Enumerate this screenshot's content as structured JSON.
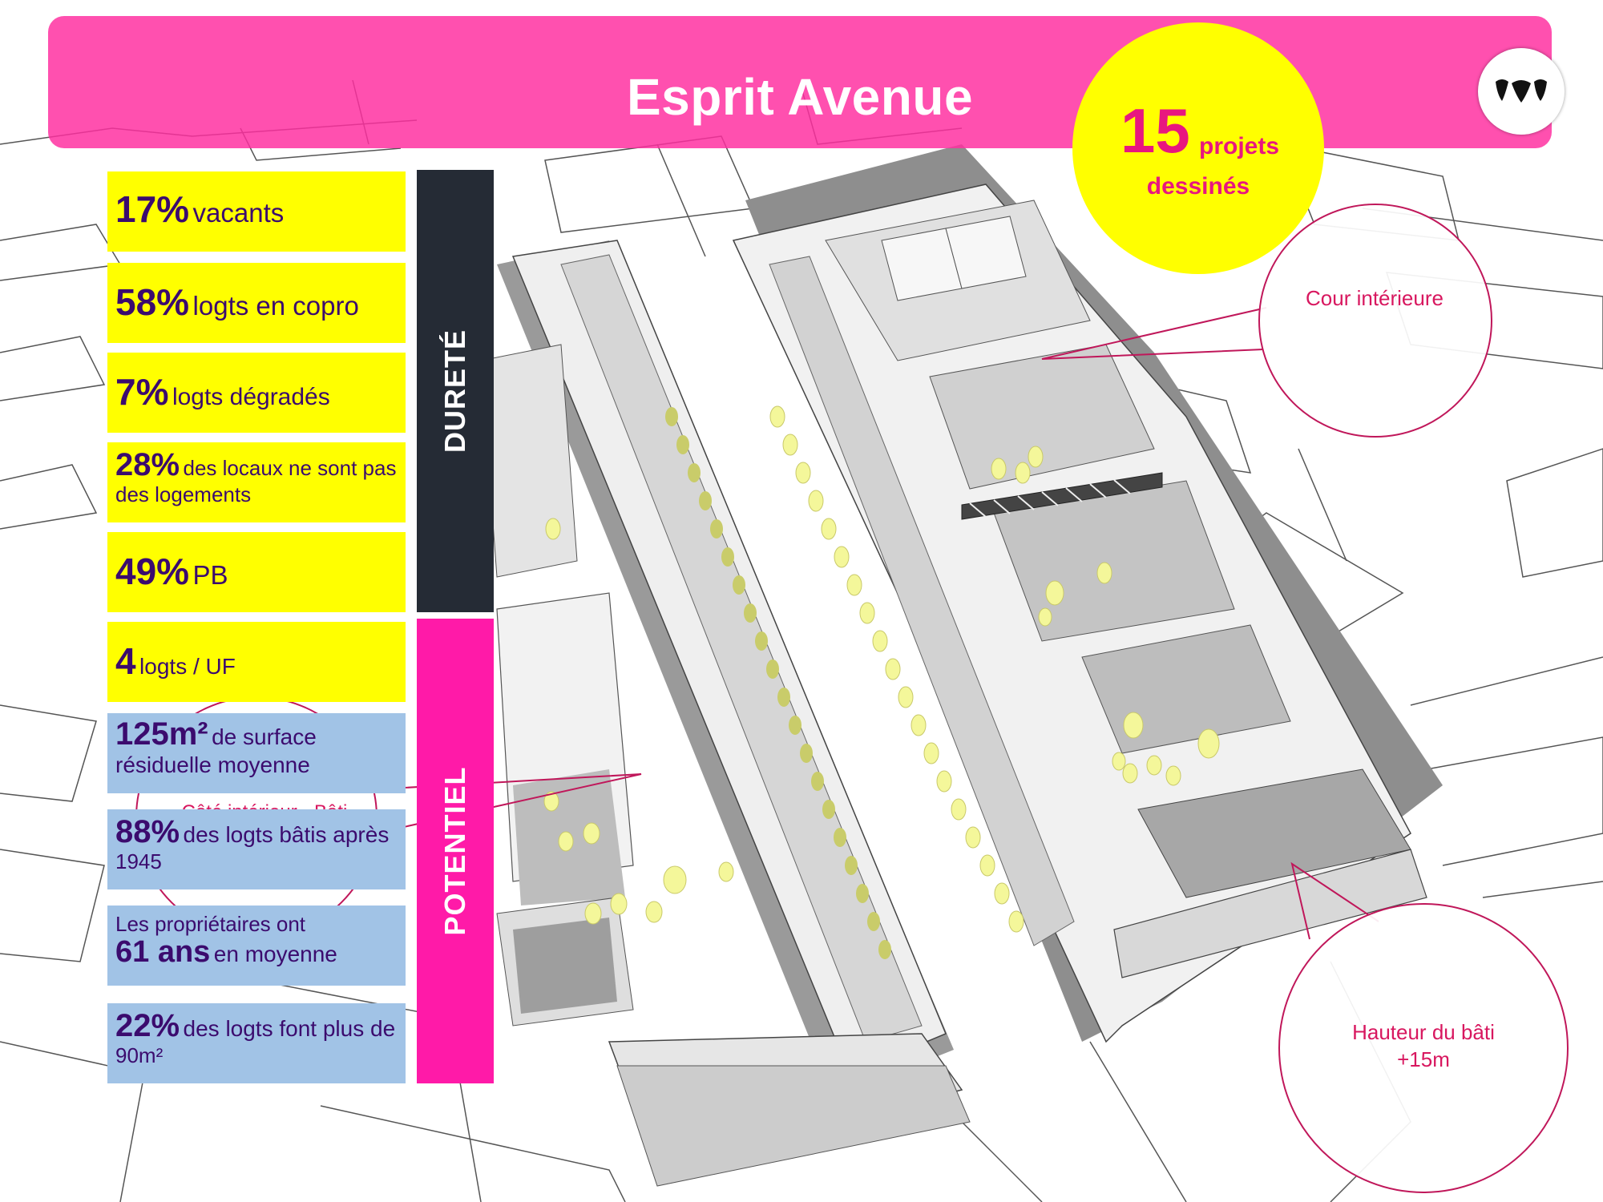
{
  "header": {
    "title": "Esprit Avenue",
    "color": "#ff2ea0",
    "logo": "wavy-letters-logo"
  },
  "projects": {
    "number": "15",
    "label_line1": "projets",
    "label_line2": "dessinés",
    "color": "#ffff00",
    "text_color": "#e8177f"
  },
  "annotations": {
    "courtyard": "Cour intérieure",
    "height": "Hauteur du bâti +15m",
    "hidden_partial": "Côté intérieur - Bâti"
  },
  "categories": {
    "durete": "DURETÉ",
    "potentiel": "POTENTIEL"
  },
  "stats": {
    "vacants": {
      "value": "17%",
      "label": "vacants"
    },
    "copro": {
      "value": "58%",
      "label": "logts en copro"
    },
    "degrades": {
      "value": "7%",
      "label": "logts dégradés"
    },
    "locaux": {
      "value": "28%",
      "label_a": "des locaux ne sont pas",
      "label_b": "des logements"
    },
    "pb": {
      "value": "49%",
      "label": "PB"
    },
    "logts_uf": {
      "value": "4",
      "label": "logts / UF"
    },
    "surface": {
      "value": "125m²",
      "label_a": "de surface",
      "label_b": "résiduelle moyenne"
    },
    "apres1945": {
      "value": "88%",
      "label_a": "des logts bâtis après",
      "label_b": "1945"
    },
    "age": {
      "label_a": "Les propriétaires ont",
      "value": "61 ans",
      "label_b": "en moyenne"
    },
    "plus90": {
      "value": "22%",
      "label_a": "des logts font plus de",
      "label_b": "90m²"
    }
  },
  "colors": {
    "durete_bar": "#252b35",
    "potentiel_bar": "#ff1aa8",
    "stat_yellow": "#ffff00",
    "stat_blue": "#a1c3e6",
    "stat_text": "#3b0b6e",
    "tree": "#f4f79a"
  }
}
